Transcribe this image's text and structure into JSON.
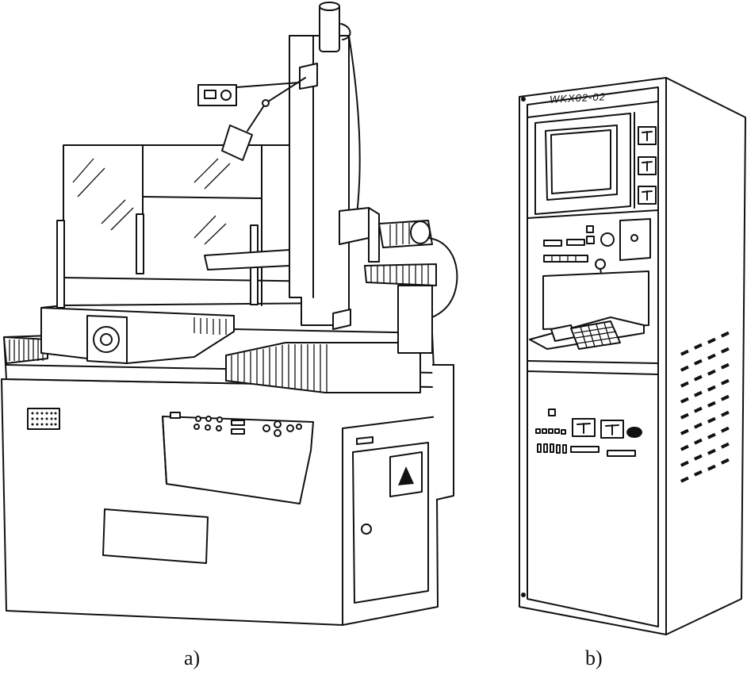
{
  "captions": {
    "machine": "a)",
    "cabinet": "b)"
  },
  "cabinet": {
    "model_label": "WKX02-02"
  }
}
